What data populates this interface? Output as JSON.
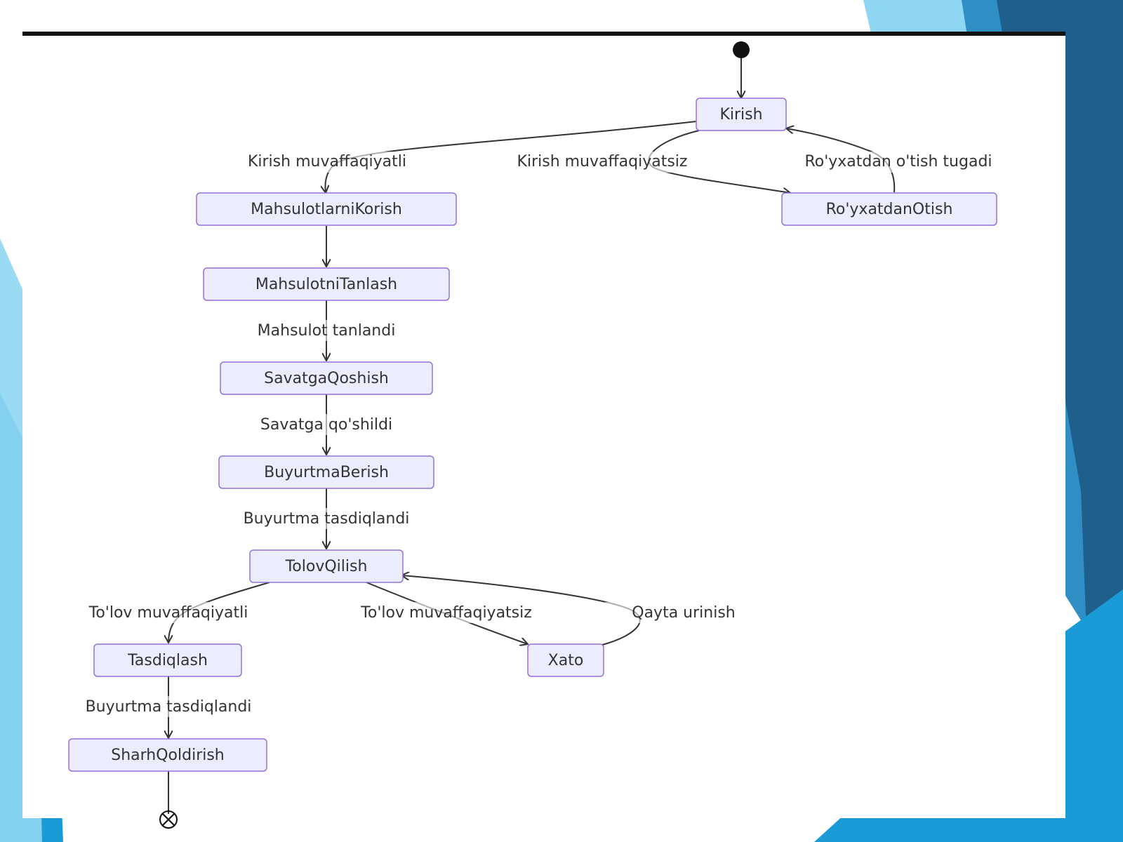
{
  "diagram": {
    "nodes": [
      {
        "id": "start",
        "type": "start"
      },
      {
        "id": "kirish",
        "label": "Kirish"
      },
      {
        "id": "mahsulotlarni_korish",
        "label": "MahsulotlarniKorish"
      },
      {
        "id": "royxatdan_otish",
        "label": "Ro'yxatdanOtish"
      },
      {
        "id": "mahsulotni_tanlash",
        "label": "MahsulotniTanlash"
      },
      {
        "id": "savatga_qoshish",
        "label": "SavatgaQoshish"
      },
      {
        "id": "buyurtma_berish",
        "label": "BuyurtmaBerish"
      },
      {
        "id": "tolov_qilish",
        "label": "TolovQilish"
      },
      {
        "id": "tasdiqlash",
        "label": "Tasdiqlash"
      },
      {
        "id": "xato",
        "label": "Xato"
      },
      {
        "id": "sharh_qoldirish",
        "label": "SharhQoldirish"
      },
      {
        "id": "end",
        "type": "end"
      }
    ],
    "edges": [
      {
        "from": "start",
        "to": "kirish",
        "label": ""
      },
      {
        "from": "kirish",
        "to": "mahsulotlarni_korish",
        "label": "Kirish muvaffaqiyatli"
      },
      {
        "from": "kirish",
        "to": "royxatdan_otish",
        "label": "Kirish muvaffaqiyatsiz"
      },
      {
        "from": "royxatdan_otish",
        "to": "kirish",
        "label": "Ro'yxatdan o'tish tugadi"
      },
      {
        "from": "mahsulotlarni_korish",
        "to": "mahsulotni_tanlash",
        "label": ""
      },
      {
        "from": "mahsulotni_tanlash",
        "to": "savatga_qoshish",
        "label": "Mahsulot tanlandi"
      },
      {
        "from": "savatga_qoshish",
        "to": "buyurtma_berish",
        "label": "Savatga qo'shildi"
      },
      {
        "from": "buyurtma_berish",
        "to": "tolov_qilish",
        "label": "Buyurtma tasdiqlandi"
      },
      {
        "from": "tolov_qilish",
        "to": "tasdiqlash",
        "label": "To'lov muvaffaqiyatli"
      },
      {
        "from": "tolov_qilish",
        "to": "xato",
        "label": "To'lov muvaffaqiyatsiz"
      },
      {
        "from": "xato",
        "to": "tolov_qilish",
        "label": "Qayta urinish"
      },
      {
        "from": "tasdiqlash",
        "to": "sharh_qoldirish",
        "label": "Buyurtma tasdiqlandi"
      },
      {
        "from": "sharh_qoldirish",
        "to": "end",
        "label": ""
      }
    ]
  },
  "colors": {
    "node_fill": "#ececff",
    "node_stroke": "#9370db",
    "edge": "#333333",
    "text": "#333333",
    "theme_blue_dark": "#1f5f8b",
    "theme_blue_light": "#7fd3f0"
  }
}
